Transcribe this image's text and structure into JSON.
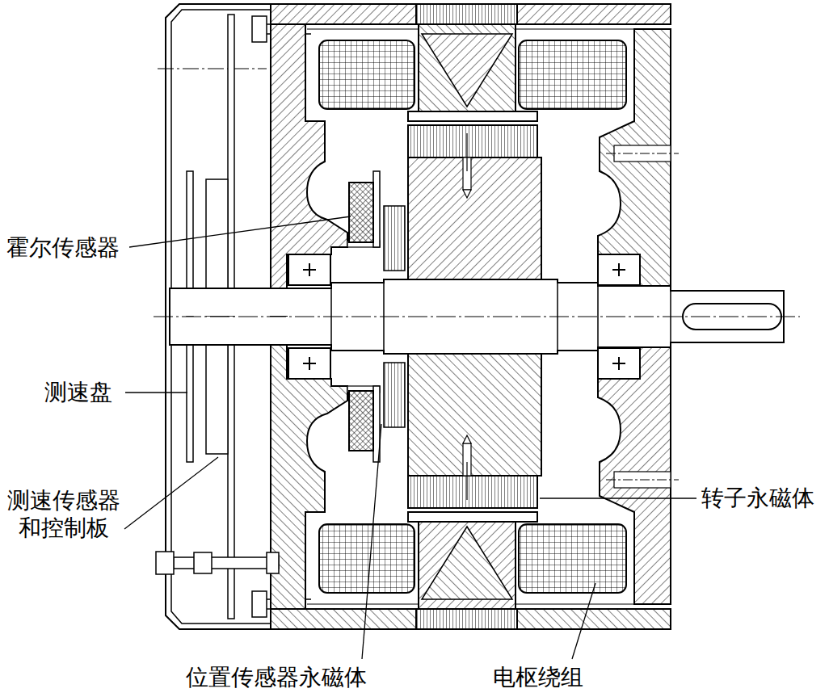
{
  "diagram": {
    "labels": [
      "霍尔传感器",
      "测速盘",
      "测速传感器 和控制板",
      "转子永磁体",
      "位置传感器永磁体",
      "电枢绕组"
    ]
  }
}
